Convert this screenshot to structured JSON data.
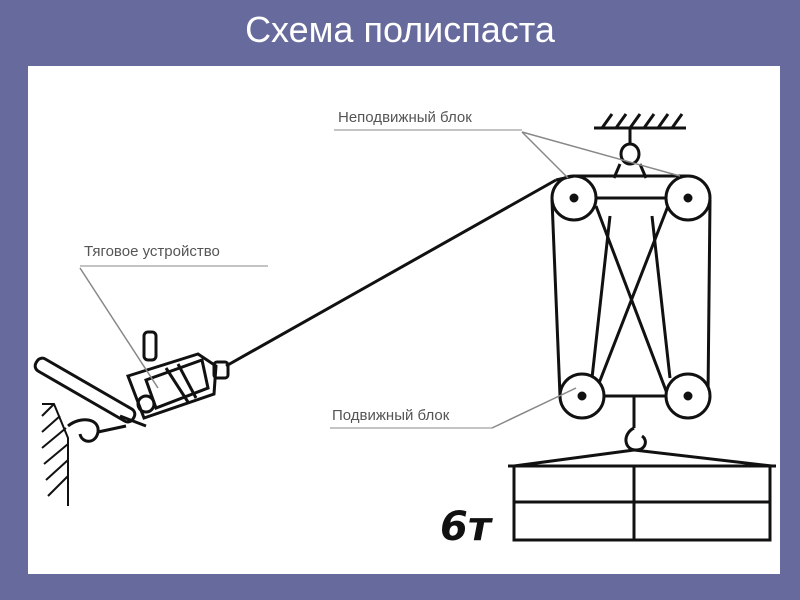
{
  "slide": {
    "title": "Схема полиспаста"
  },
  "labels": {
    "fixed_block": "Неподвижный блок",
    "traction_device": "Тяговое устройство",
    "movable_block": "Подвижный блок",
    "load_mass": "6т"
  },
  "colors": {
    "background": "#666a9c",
    "panel": "#ffffff",
    "ink": "#111111",
    "label": "#555555"
  }
}
